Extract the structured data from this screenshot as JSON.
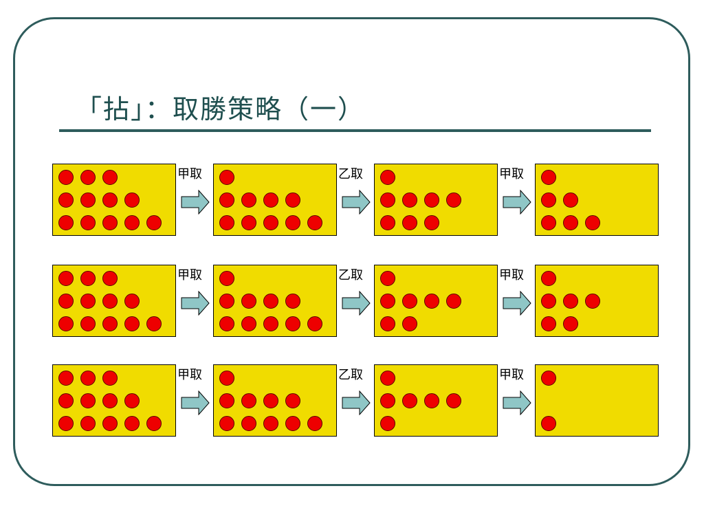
{
  "title": "「拈」：取勝策略（一）",
  "colors": {
    "frame": "#2e5c5c",
    "title": "#1f4f4f",
    "box_fill": "#f0dc00",
    "dot_fill": "#ee0000",
    "arrow_fill": "#8fc6c6"
  },
  "rows": [
    {
      "states": [
        [
          3,
          4,
          5
        ],
        [
          1,
          4,
          5
        ],
        [
          1,
          4,
          3
        ],
        [
          1,
          2,
          3
        ]
      ],
      "moves": [
        "甲取",
        "乙取",
        "甲取"
      ]
    },
    {
      "states": [
        [
          3,
          4,
          5
        ],
        [
          1,
          4,
          5
        ],
        [
          1,
          4,
          2
        ],
        [
          1,
          3,
          2
        ]
      ],
      "moves": [
        "甲取",
        "乙取",
        "甲取"
      ]
    },
    {
      "states": [
        [
          3,
          4,
          5
        ],
        [
          1,
          4,
          5
        ],
        [
          1,
          4,
          1
        ],
        [
          1,
          0,
          1
        ]
      ],
      "moves": [
        "甲取",
        "乙取",
        "甲取"
      ]
    }
  ]
}
